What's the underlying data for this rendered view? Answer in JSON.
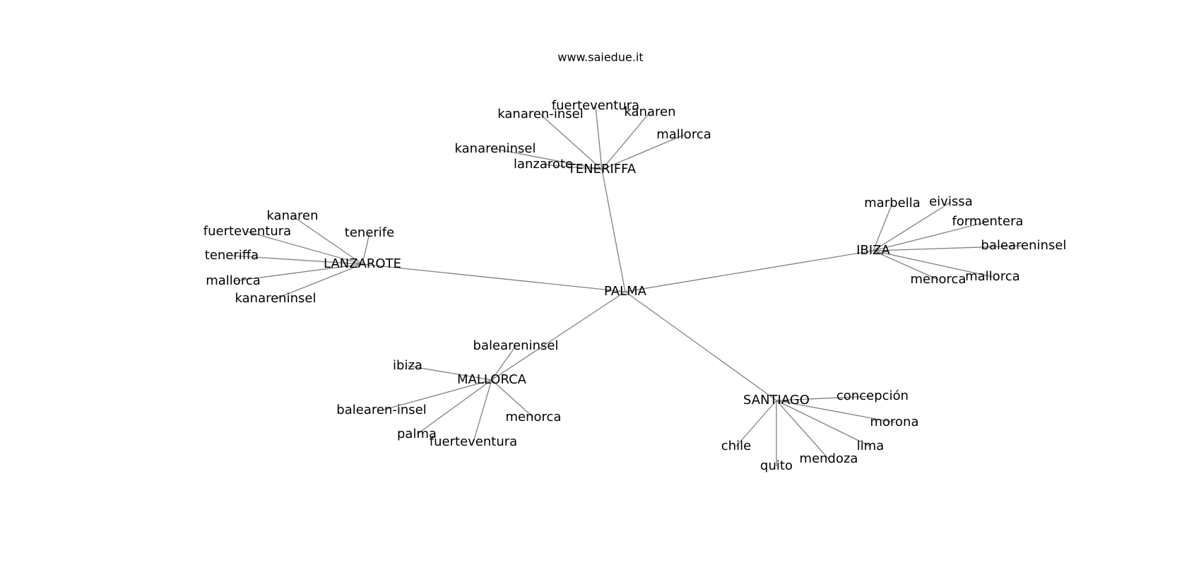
{
  "site": "www.saiedue.it",
  "diagram": {
    "center": "PALMA",
    "hubs": [
      {
        "label": "TENERIFFA",
        "leaves": [
          "kanaren-insel",
          "fuerteventura",
          "kanaren",
          "mallorca",
          "kanareninsel",
          "lanzarote"
        ]
      },
      {
        "label": "LANZAROTE",
        "leaves": [
          "kanaren",
          "fuerteventura",
          "tenerife",
          "teneriffa",
          "mallorca",
          "kanareninsel"
        ]
      },
      {
        "label": "IBIZA",
        "leaves": [
          "marbella",
          "eivissa",
          "formentera",
          "baleareninsel",
          "menorca",
          "mallorca"
        ]
      },
      {
        "label": "MALLORCA",
        "leaves": [
          "baleareninsel",
          "ibiza",
          "balearen-insel",
          "menorca",
          "palma",
          "fuerteventura"
        ]
      },
      {
        "label": "SANTIAGO",
        "leaves": [
          "concepción",
          "morona",
          "lima",
          "mendoza",
          "quito",
          "chile"
        ]
      }
    ]
  }
}
